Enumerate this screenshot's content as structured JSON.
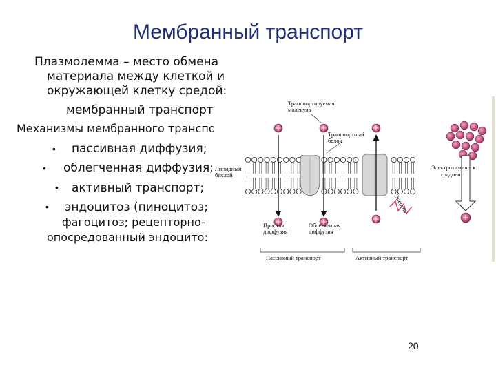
{
  "slide": {
    "title": "Мембранный транспорт",
    "intro": [
      "Плазмолемма – место обмена",
      "материала между клеткой и",
      "окружающей клетку средой:",
      "мембранный транспорт"
    ],
    "mechanisms_heading": "Механизмы мембранного транспо",
    "bullets": [
      "пассивная диффузия;",
      "облегченная диффузия;",
      "активный транспорт;",
      "эндоцитоз (пиноцитоз;"
    ],
    "bullet_cont": [
      "фагоцитоз; рецепторно-",
      "опосредованный эндоцито:"
    ],
    "page_number": "20"
  },
  "figure": {
    "label_transported_molecule": [
      "Транспортируемая",
      "молекула"
    ],
    "label_transport_protein": [
      "Транспортный",
      "белок"
    ],
    "label_lipid_bilayer": [
      "Липидный",
      "бислой"
    ],
    "label_simple_diffusion": [
      "Простая",
      "диффузия"
    ],
    "label_facilitated_diffusion": [
      "Облегченная",
      "диффузия"
    ],
    "label_energy": "Энергия",
    "label_electrochemical_gradient": [
      "Электрохимическ",
      "градиент"
    ],
    "label_passive_transport": "Пассивный транспорт",
    "label_active_transport": "Активный транспорт",
    "colors": {
      "molecule": "#c0306a",
      "protein": "#d8d8d8",
      "energy": "#d03070",
      "title": "#1f2f78"
    }
  }
}
